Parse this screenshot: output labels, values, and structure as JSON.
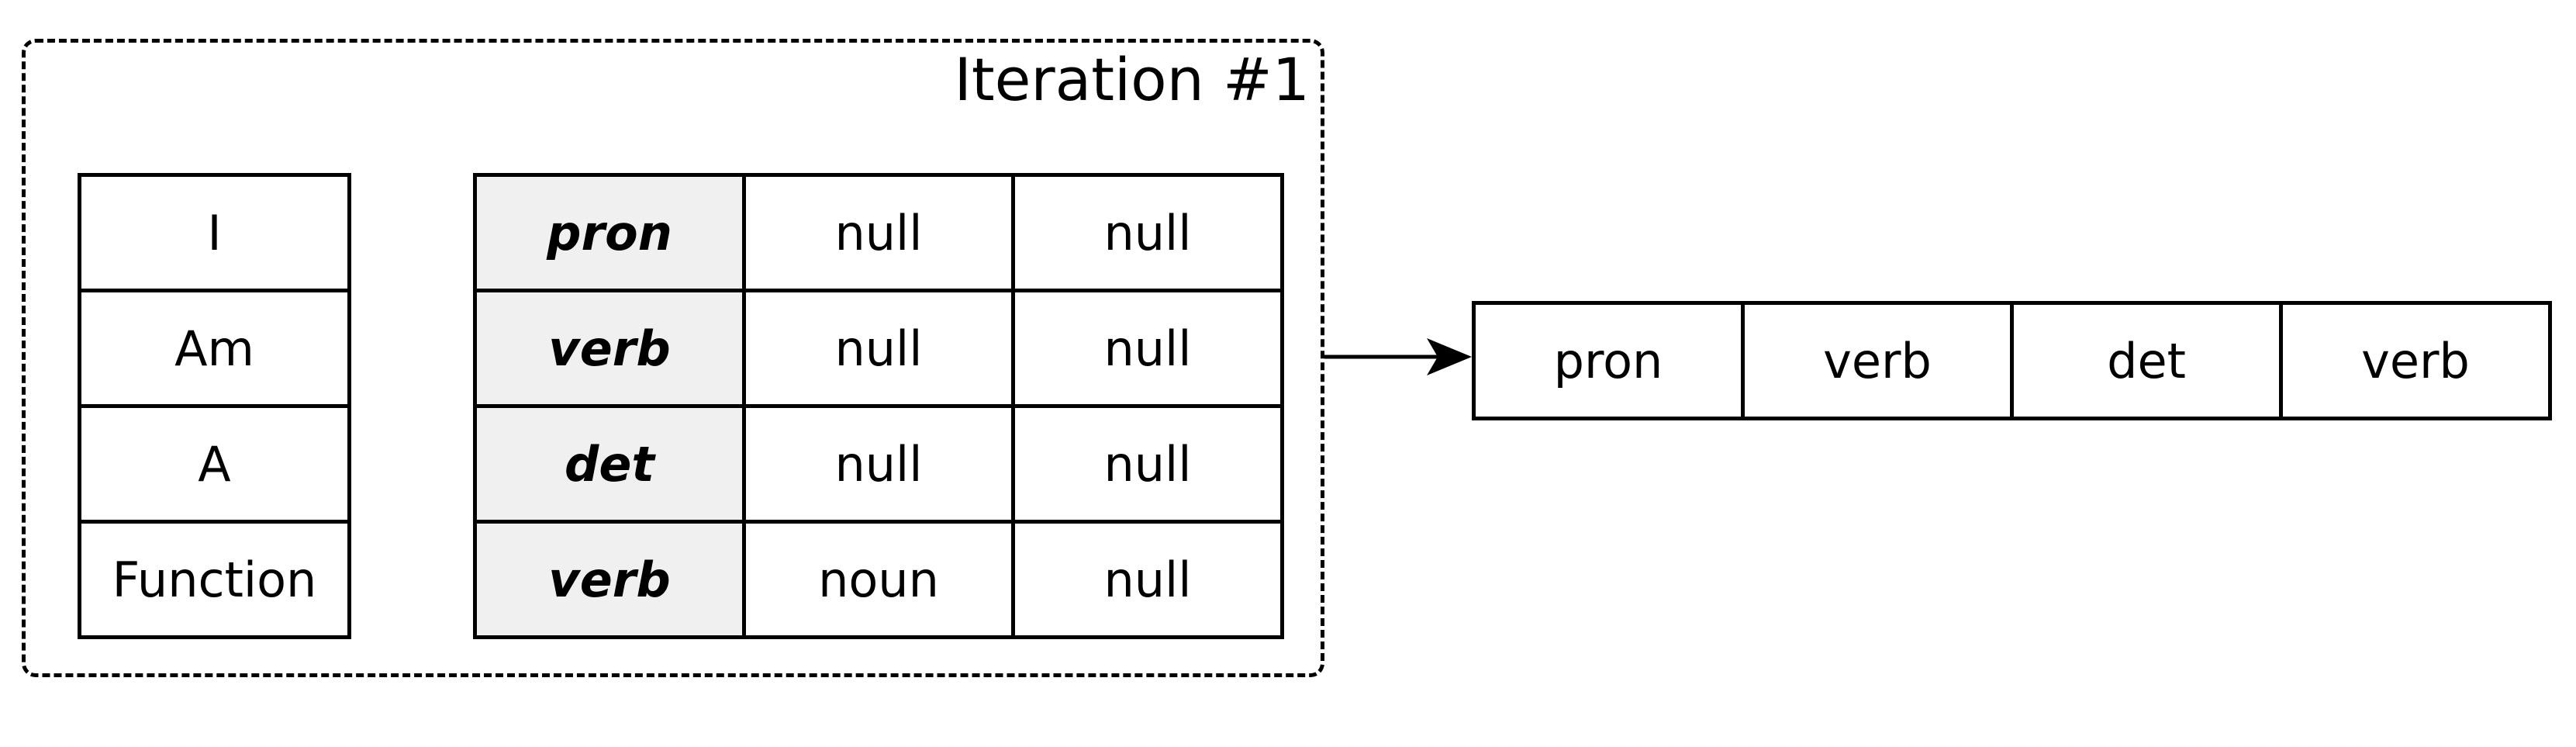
{
  "iteration": {
    "title": "Iteration #1"
  },
  "words": [
    "I",
    "Am",
    "A",
    "Function"
  ],
  "tag_table": {
    "rows": [
      {
        "tag": "pron",
        "col2": "null",
        "col3": "null"
      },
      {
        "tag": "verb",
        "col2": "null",
        "col3": "null"
      },
      {
        "tag": "det",
        "col2": "null",
        "col3": "null"
      },
      {
        "tag": "verb",
        "col2": "noun",
        "col3": "null"
      }
    ]
  },
  "output": [
    "pron",
    "verb",
    "det",
    "verb"
  ],
  "colors": {
    "tag_cell_background": "#f0f0f0",
    "stroke": "#000000"
  }
}
